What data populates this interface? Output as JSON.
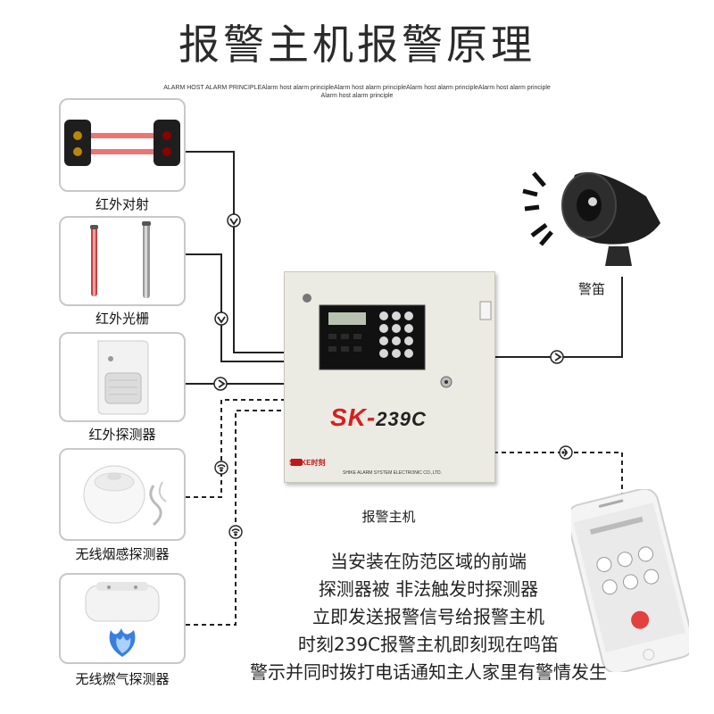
{
  "title": "报警主机报警原理",
  "subtitle_lines": [
    "ALARM HOST ALARM PRINCIPLEAlarm host alarm principleAlarm host alarm principleAlarm host alarm principleAlarm host alarm principle",
    "Alarm host alarm principle"
  ],
  "detectors": [
    {
      "label": "红外对射",
      "icon": "infrared-beam-detector-icon",
      "link": "wired"
    },
    {
      "label": "红外光栅",
      "icon": "infrared-grating-icon",
      "link": "wired"
    },
    {
      "label": "红外探测器",
      "icon": "pir-detector-icon",
      "link": "wired"
    },
    {
      "label": "无线烟感探测器",
      "icon": "smoke-detector-icon",
      "link": "wireless"
    },
    {
      "label": "无线燃气探测器",
      "icon": "gas-detector-icon",
      "link": "wireless"
    }
  ],
  "panel": {
    "brand_prefix": "SK-",
    "brand_model": "239C",
    "logo_text": "SHiKE时刻",
    "company_text": "SHIKE ALARM SYSTEM ELECTRONIC CO.,LTD.",
    "label": "报警主机"
  },
  "siren": {
    "label": "警笛",
    "icon": "siren-horn-icon"
  },
  "phone": {
    "icon": "smartphone-icon"
  },
  "description_lines": [
    "当安装在防范区域的前端",
    "探测器被 非法触发时探测器",
    "立即发送报警信号给报警主机",
    "时刻239C报警主机即刻现在鸣笛",
    "警示并同时拨打电话通知主人家里有警情发生"
  ],
  "colors": {
    "brand_red": "#d62020",
    "wire": "#222222",
    "beam": "#e23a3a"
  }
}
